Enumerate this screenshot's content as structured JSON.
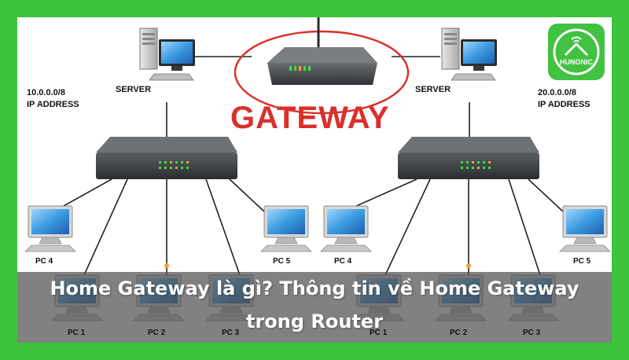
{
  "labels": {
    "server_left": "SERVER",
    "server_right": "SERVER",
    "gateway": "GATEWAY",
    "ip_left_address": "10.0.0.0/8",
    "ip_left_caption": "IP ADDRESS",
    "ip_right_address": "20.0.0.0/8",
    "ip_right_caption": "IP ADDRESS",
    "pc_left": [
      "PC 4",
      "PC 5",
      "PC 1",
      "PC 2",
      "PC 3"
    ],
    "pc_right": [
      "PC 4",
      "PC 5",
      "PC 1",
      "PC 2",
      "PC 3"
    ]
  },
  "caption": {
    "line1": "Home Gateway là gì? Thông tin về Home Gateway",
    "line2": "trong Router"
  },
  "logo": {
    "text": "HUNONIC",
    "icon": "house-wifi-icon"
  },
  "colors": {
    "frame": "#3cc43c",
    "gateway_text": "#d9302c",
    "ellipse": "#d9302c",
    "switch_body": "#3e4246",
    "led_green": "#3ddc3d",
    "led_orange": "#f0a030",
    "screen_blue": "#3a9be0"
  }
}
